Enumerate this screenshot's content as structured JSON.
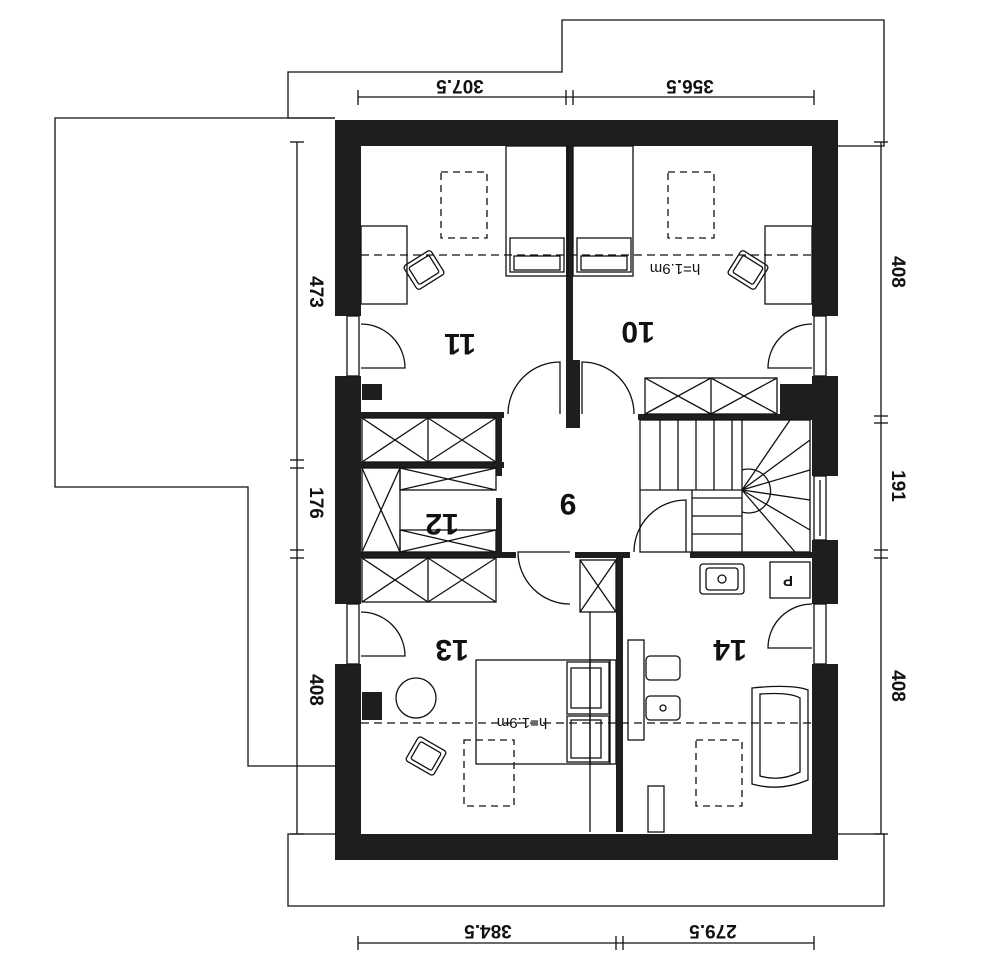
{
  "plan": {
    "rooms": [
      {
        "id": "room-9",
        "number": "9"
      },
      {
        "id": "room-10",
        "number": "10"
      },
      {
        "id": "room-11",
        "number": "11"
      },
      {
        "id": "room-12",
        "number": "12"
      },
      {
        "id": "room-13",
        "number": "13"
      },
      {
        "id": "room-14",
        "number": "14"
      }
    ],
    "dimensions": {
      "top_left": "307.5",
      "top_right": "356.5",
      "bottom_left": "384.5",
      "bottom_right": "279.5",
      "left_top": "473",
      "left_middle": "176",
      "left_bottom": "408",
      "right_top": "408",
      "right_middle": "191",
      "right_bottom": "408"
    },
    "height_notes": {
      "upper": "h=1.9m",
      "lower": "h=1.9m"
    },
    "fixture_labels": {
      "boiler": "P"
    }
  }
}
